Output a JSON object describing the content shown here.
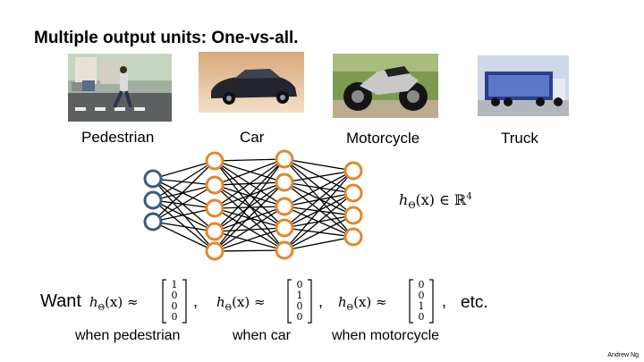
{
  "title": "Multiple output units: One-vs-all.",
  "classes": [
    {
      "label": "Pedestrian"
    },
    {
      "label": "Car"
    },
    {
      "label": "Motorcycle"
    },
    {
      "label": "Truck"
    }
  ],
  "network": {
    "hypothesis_text": "h",
    "hypothesis_sub": "Θ",
    "hypothesis_rest": "(x) ∈ ℝ",
    "hypothesis_sup": "4",
    "colors": {
      "input": "#3c5a7e",
      "hidden": "#e0882f",
      "edge": "#000000"
    }
  },
  "outputs": {
    "want_label": "Want",
    "approx_lhs": "h",
    "approx_sub": "Θ",
    "approx_rest": "(x) ≈",
    "vectors": [
      {
        "values": [
          "1",
          "0",
          "0",
          "0"
        ],
        "caption": "when pedestrian"
      },
      {
        "values": [
          "0",
          "1",
          "0",
          "0"
        ],
        "caption": "when car"
      },
      {
        "values": [
          "0",
          "0",
          "1",
          "0"
        ],
        "caption": "when motorcycle"
      }
    ],
    "separator": ",",
    "etc": "etc."
  },
  "author": "Andrew Ng"
}
